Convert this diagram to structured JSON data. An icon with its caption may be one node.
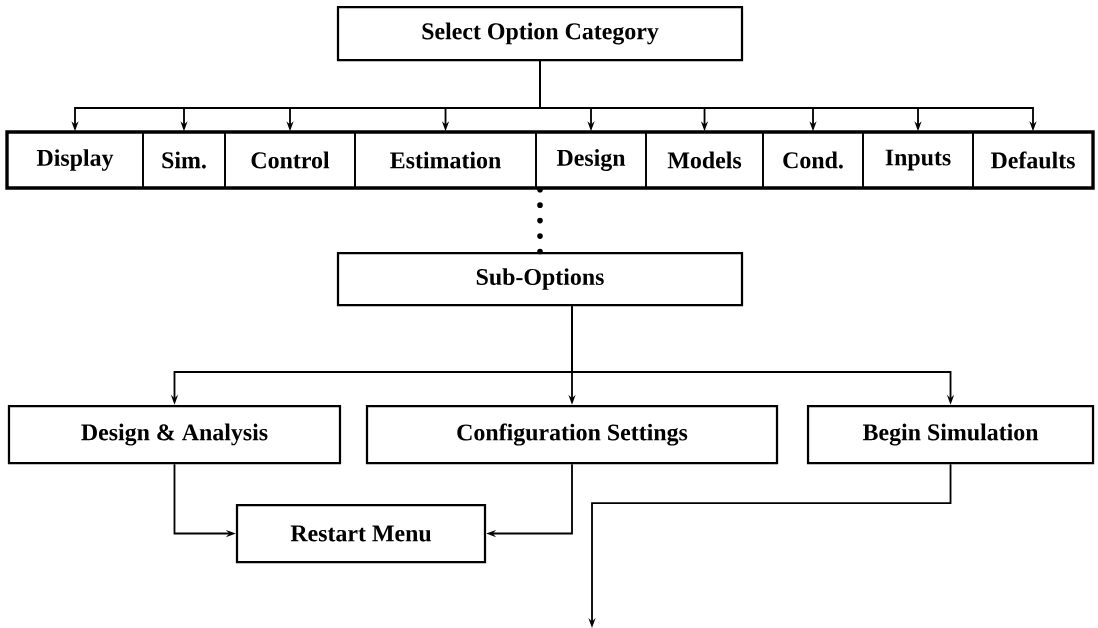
{
  "diagram": {
    "nodes": [
      {
        "text": [
          "Select Option Category"
        ]
      },
      {
        "text": [],
        "shape": "bar"
      },
      {
        "text": [
          "Display"
        ],
        "in": 1
      },
      {
        "text": [
          "Sim."
        ],
        "in": 1
      },
      {
        "text": [
          "Control"
        ],
        "in": 1
      },
      {
        "text": [
          "Estimation"
        ],
        "in": 1
      },
      {
        "text": [
          "Design"
        ],
        "in": 1
      },
      {
        "text": [
          "Models"
        ],
        "in": 1
      },
      {
        "text": [
          "Cond."
        ],
        "in": 1
      },
      {
        "text": [
          "Inputs"
        ],
        "in": 1
      },
      {
        "text": [
          "Defaults"
        ],
        "in": 1
      },
      {
        "text": [
          "Sub-Options"
        ]
      },
      {
        "text": [
          "Design & Analysis"
        ]
      },
      {
        "text": [
          "Configuration Settings"
        ]
      },
      {
        "text": [
          "Begin Simulation"
        ]
      },
      {
        "text": [
          "Restart Menu"
        ]
      }
    ],
    "edges": [
      {
        "from": 0,
        "to": 2,
        "arrow": "to"
      },
      {
        "from": 0,
        "to": 3,
        "arrow": "to"
      },
      {
        "from": 0,
        "to": 4,
        "arrow": "to"
      },
      {
        "from": 0,
        "to": 5,
        "arrow": "to"
      },
      {
        "from": 0,
        "to": 6,
        "arrow": "to"
      },
      {
        "from": 0,
        "to": 7,
        "arrow": "to"
      },
      {
        "from": 0,
        "to": 8,
        "arrow": "to"
      },
      {
        "from": 0,
        "to": 9,
        "arrow": "to"
      },
      {
        "from": 0,
        "to": 10,
        "arrow": "to"
      },
      {
        "from": 1,
        "to": 11,
        "arrow": "none",
        "style": "dashed"
      },
      {
        "from": 11,
        "to": 12,
        "arrow": "to"
      },
      {
        "from": 11,
        "to": 13,
        "arrow": "to"
      },
      {
        "from": 11,
        "to": 14,
        "arrow": "to"
      },
      {
        "from": 12,
        "to": 15,
        "arrow": "to"
      },
      {
        "from": 13,
        "to": 15,
        "arrow": "to"
      },
      {
        "from": 14,
        "to": null,
        "arrow": "to"
      }
    ]
  }
}
